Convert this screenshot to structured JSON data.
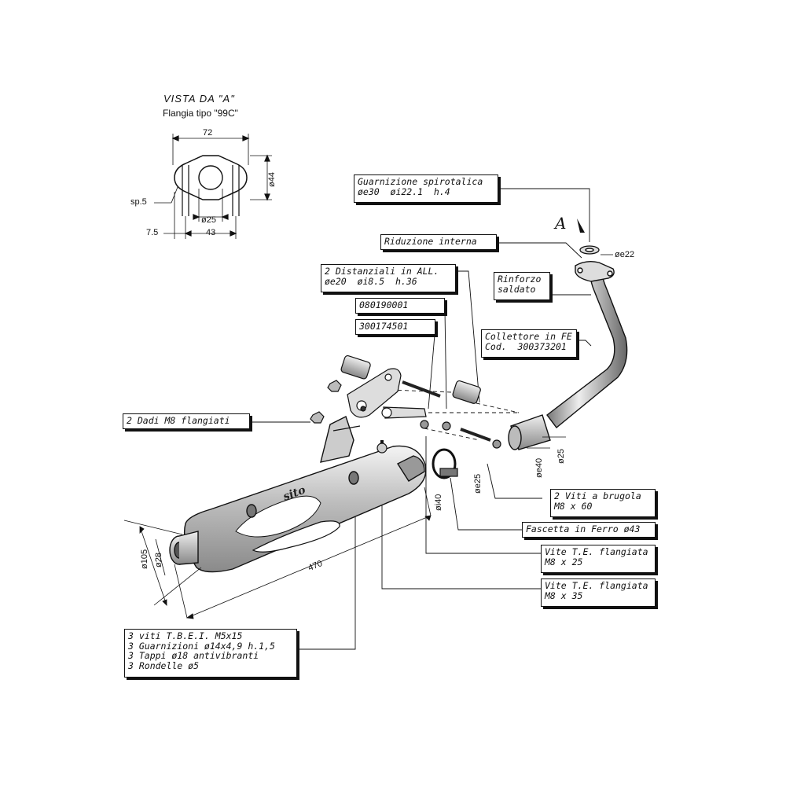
{
  "view_title": "VISTA DA \"A\"",
  "flange_type": "Flangia tipo \"99C\"",
  "view_marker": "A",
  "flange_dims": {
    "width": "72",
    "height": "ø44",
    "thickness": "sp.5",
    "bore": "ø25",
    "offset": "7.5",
    "hole_spacing": "43"
  },
  "dims": {
    "d22": "øe22",
    "d25_pipe": "ø25",
    "d40": "øe40",
    "d25_clamp": "øe25",
    "di40": "øi40",
    "d105": "ø105",
    "d28": "ø28",
    "length": "470"
  },
  "brand_logo": "sito",
  "callouts": {
    "gasket": [
      "Guarnizione spirotalica",
      "øe30  øi22.1  h.4"
    ],
    "reducer": [
      "Riduzione interna"
    ],
    "spacers": [
      "2 Distanziali in ALL.",
      "øe20  øi8.5  h.36"
    ],
    "part_a": [
      "080190001"
    ],
    "part_b": [
      "300174501"
    ],
    "reinforce": [
      "Rinforzo",
      "saldato"
    ],
    "manifold": [
      "Collettore in FE",
      "Cod.  300373201"
    ],
    "nuts": [
      "2 Dadi M8 flangiati"
    ],
    "screws60": [
      "2 Viti a brugola",
      "M8 x 60"
    ],
    "clamp": [
      "Fascetta in Ferro ø43"
    ],
    "screw25": [
      "Vite T.E. flangiata",
      "M8 x 25"
    ],
    "screw35": [
      "Vite T.E. flangiata",
      "M8 x 35"
    ],
    "kit": [
      "3 viti T.B.E.I. M5x15",
      "3 Guarnizioni ø14x4,9 h.1,5",
      "3 Tappi ø18 antivibranti",
      "3 Rondelle ø5"
    ]
  }
}
